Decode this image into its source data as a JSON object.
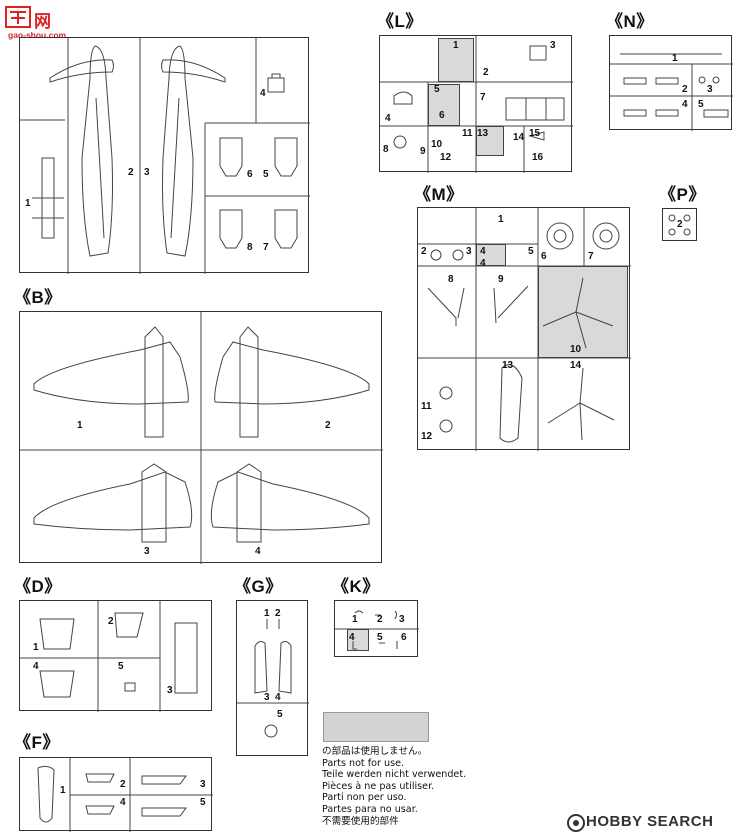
{
  "watermark": {
    "logo_text": "网",
    "url": "gao-shou.com",
    "brand": "HOBBY SEARCH"
  },
  "frames": {
    "A": {
      "label": "",
      "parts": [
        "1",
        "2",
        "3",
        "4",
        "5",
        "6",
        "7",
        "8"
      ]
    },
    "B": {
      "label": "《B》",
      "parts": [
        "1",
        "2",
        "3",
        "4"
      ]
    },
    "D": {
      "label": "《D》",
      "parts": [
        "1",
        "2",
        "3",
        "4",
        "5"
      ]
    },
    "F": {
      "label": "《F》",
      "parts": [
        "1",
        "2",
        "3",
        "4",
        "5"
      ]
    },
    "G": {
      "label": "《G》",
      "parts": [
        "1",
        "2",
        "3",
        "4",
        "5"
      ]
    },
    "K": {
      "label": "《K》",
      "parts": [
        "1",
        "2",
        "3",
        "4",
        "5",
        "6"
      ]
    },
    "L": {
      "label": "《L》",
      "parts": [
        "1",
        "2",
        "3",
        "4",
        "5",
        "6",
        "7",
        "8",
        "9",
        "10",
        "11",
        "12",
        "13",
        "14",
        "15",
        "16"
      ]
    },
    "M": {
      "label": "《M》",
      "parts": [
        "1",
        "2",
        "3",
        "4",
        "4",
        "5",
        "6",
        "7",
        "8",
        "9",
        "10",
        "11",
        "12",
        "13",
        "14"
      ]
    },
    "N": {
      "label": "《N》",
      "parts": [
        "1",
        "2",
        "3",
        "4",
        "5"
      ]
    },
    "P": {
      "label": "《P》",
      "parts": [
        "2"
      ]
    }
  },
  "legend": {
    "lines": [
      "の部品は使用しません。",
      "Parts not for use.",
      "Teile werden nicht verwendet.",
      "Pièces à ne pas utiliser.",
      "Parti non per uso.",
      "Partes para no usar.",
      "不需要使用的部件"
    ]
  }
}
